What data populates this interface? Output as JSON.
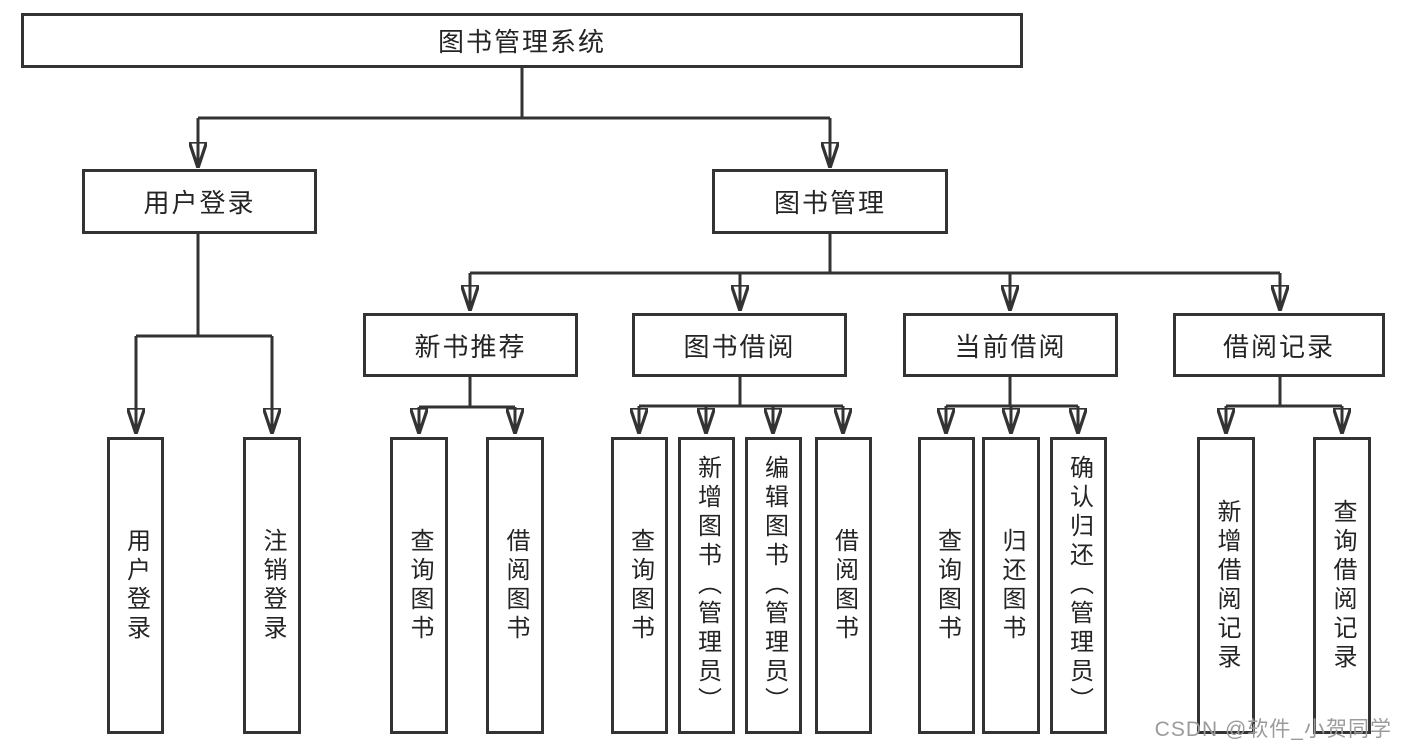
{
  "tree": {
    "root": {
      "label": "图书管理系统"
    },
    "branches": [
      {
        "label": "用户登录",
        "children": [
          "用户登录",
          "注销登录"
        ]
      },
      {
        "label": "图书管理",
        "children": [
          {
            "label": "新书推荐",
            "children": [
              "查询图书",
              "借阅图书"
            ]
          },
          {
            "label": "图书借阅",
            "children": [
              "查询图书",
              "新增图书（管理员）",
              "编辑图书（管理员）",
              "借阅图书"
            ]
          },
          {
            "label": "当前借阅",
            "children": [
              "查询图书",
              "归还图书",
              "确认归还（管理员）"
            ]
          },
          {
            "label": "借阅记录",
            "children": [
              "新增借阅记录",
              "查询借阅记录"
            ]
          }
        ]
      }
    ]
  },
  "watermark": "CSDN @软件_小贺同学",
  "colors": {
    "line": "#333333",
    "text": "#242424",
    "box_fill": "#ffffff",
    "watermark": "#9b9b9b",
    "background": "#ffffff"
  }
}
